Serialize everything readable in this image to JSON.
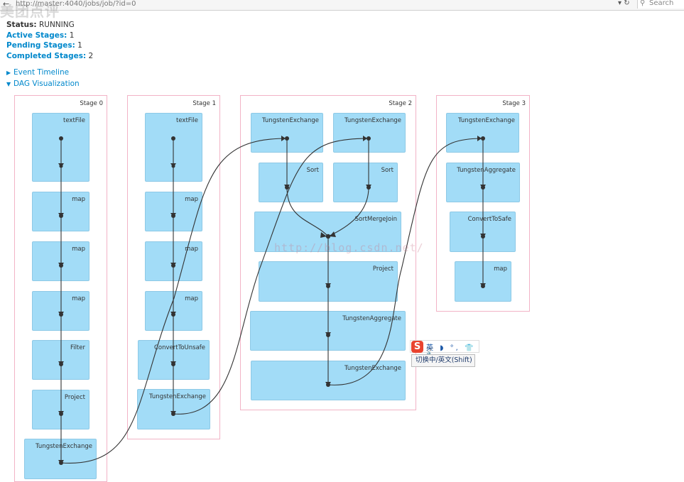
{
  "browser": {
    "url": "http://master:4040/jobs/job/?id=0",
    "search_placeholder": "Search",
    "logo_text": "美团点评"
  },
  "summary": {
    "status_label": "Status:",
    "status_value": "RUNNING",
    "active_label": "Active Stages:",
    "active_value": "1",
    "pending_label": "Pending Stages:",
    "pending_value": "1",
    "completed_label": "Completed Stages:",
    "completed_value": "2"
  },
  "toggles": {
    "event_timeline": "Event Timeline",
    "dag_visualization": "DAG Visualization"
  },
  "dag": {
    "stages": [
      {
        "label": "Stage 0",
        "nodes": [
          "textFile",
          "map",
          "map",
          "map",
          "Filter",
          "Project",
          "TungstenExchange"
        ]
      },
      {
        "label": "Stage 1",
        "nodes": [
          "textFile",
          "map",
          "map",
          "map",
          "ConvertToUnsafe",
          "TungstenExchange"
        ]
      },
      {
        "label": "Stage 2",
        "nodes": [
          "TungstenExchange",
          "TungstenExchange",
          "Sort",
          "Sort",
          "SortMergeJoin",
          "Project",
          "TungstenAggregate",
          "TungstenExchange"
        ]
      },
      {
        "label": "Stage 3",
        "nodes": [
          "TungstenExchange",
          "TungstenAggregate",
          "ConvertToSafe",
          "map"
        ]
      }
    ],
    "colors": {
      "node_fill": "#a2dcf7",
      "stage_border": "#f2b3c6",
      "edge": "#333333"
    }
  },
  "watermark": "http://blog.csdn.net/",
  "ime": {
    "logo": "S",
    "icons": "英 ◗ °, 👕 🔧",
    "tooltip": "切换中/英文(Shift)"
  }
}
